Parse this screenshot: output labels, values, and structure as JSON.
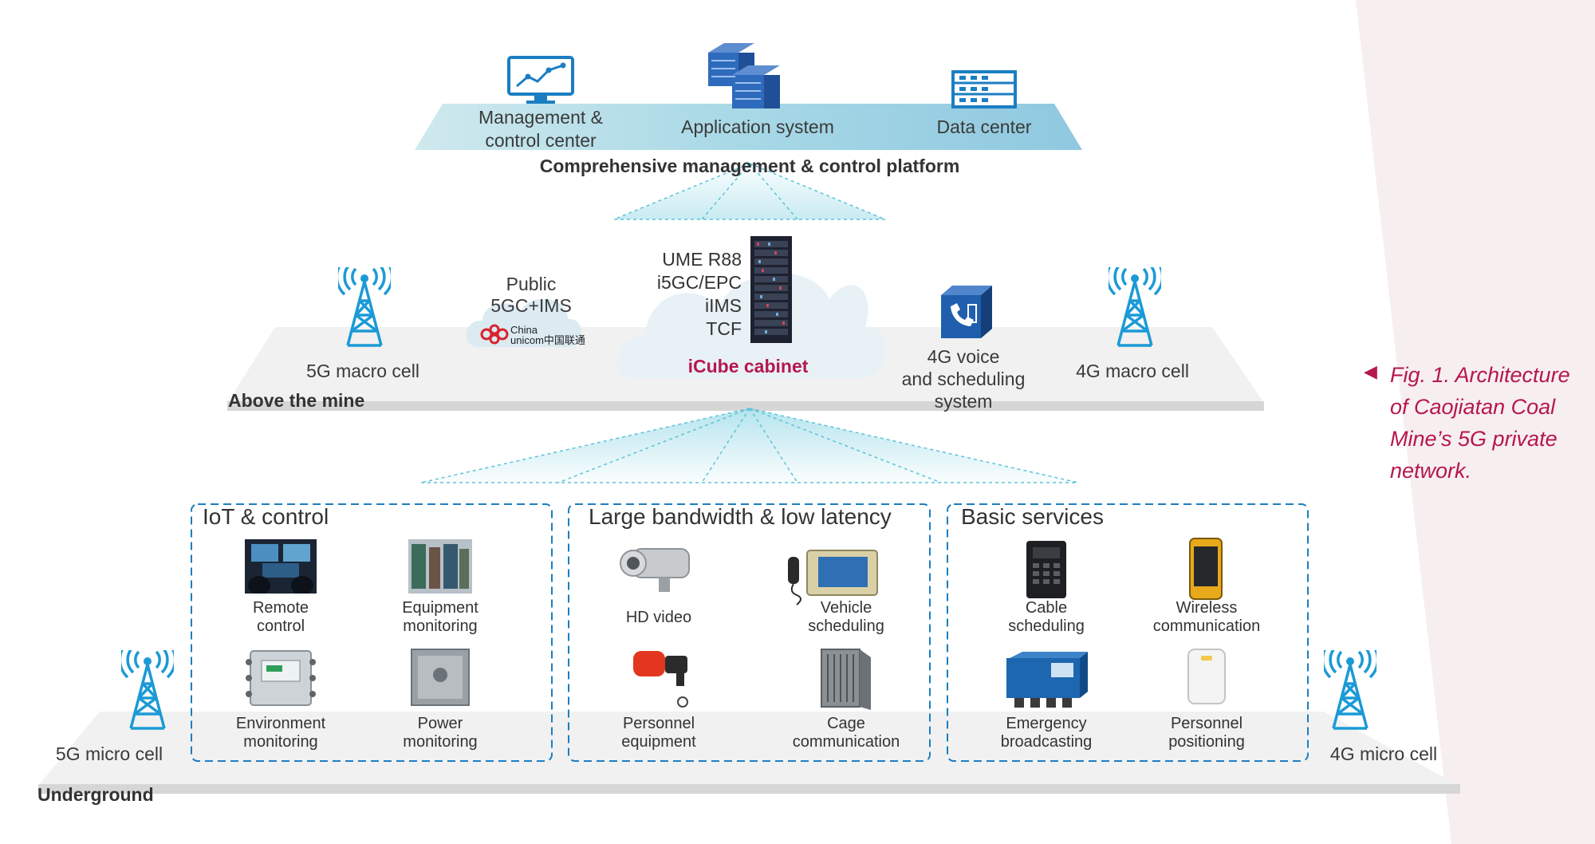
{
  "colors": {
    "accent": "#b5174e",
    "blue": "#1b7ec2",
    "teal": "#5bc3d8",
    "platform": "#a9dbe7",
    "gray": "#d4d4d4"
  },
  "platform": {
    "items": [
      "Management &\ncontrol center",
      "Application system",
      "Data center"
    ],
    "management": "Management &",
    "management_2": "control center",
    "application": "Application system",
    "data_center": "Data center",
    "title": "Comprehensive management & control platform"
  },
  "above": {
    "label": "Above the mine",
    "macro5g": "5G macro cell",
    "public_1": "Public",
    "public_2": "5GC+IMS",
    "unicom_1": "China",
    "unicom_2": "unicom中国联通",
    "core_lines": [
      "UME R88",
      "i5GC/EPC",
      "iIMS",
      "TCF"
    ],
    "core_1": "UME R88",
    "core_2": "i5GC/EPC",
    "core_3": "iIMS",
    "core_4": "TCF",
    "cabinet": "iCube cabinet",
    "voice_1": "4G voice",
    "voice_2": "and scheduling",
    "voice_3": "system",
    "macro4g": "4G macro cell"
  },
  "underground": {
    "label": "Underground",
    "micro5g": "5G micro cell",
    "micro4g": "4G micro cell",
    "groups": [
      {
        "title": "IoT & control",
        "items": [
          {
            "l1": "Remote",
            "l2": "control"
          },
          {
            "l1": "Equipment",
            "l2": "monitoring"
          },
          {
            "l1": "Environment",
            "l2": "monitoring"
          },
          {
            "l1": "Power",
            "l2": "monitoring"
          }
        ]
      },
      {
        "title": "Large bandwidth & low latency",
        "items": [
          {
            "l1": "HD video",
            "l2": ""
          },
          {
            "l1": "Vehicle",
            "l2": "scheduling"
          },
          {
            "l1": "Personnel",
            "l2": "equipment"
          },
          {
            "l1": "Cage",
            "l2": "communication"
          }
        ]
      },
      {
        "title": "Basic services",
        "items": [
          {
            "l1": "Cable",
            "l2": "scheduling"
          },
          {
            "l1": "Wireless",
            "l2": "communication"
          },
          {
            "l1": "Emergency",
            "l2": "broadcasting"
          },
          {
            "l1": "Personnel",
            "l2": "positioning"
          }
        ]
      }
    ]
  },
  "caption": {
    "marker": "◀",
    "line1": "Fig. 1. Architecture",
    "line2": "of Caojiatan Coal",
    "line3": "Mine’s 5G private",
    "line4": "network."
  },
  "icons": [
    "monitor-chart-icon",
    "server-stack-icon",
    "data-rack-icon",
    "antenna-tower-icon",
    "cloud-icon",
    "phone-cube-icon",
    "china-unicom-logo"
  ]
}
